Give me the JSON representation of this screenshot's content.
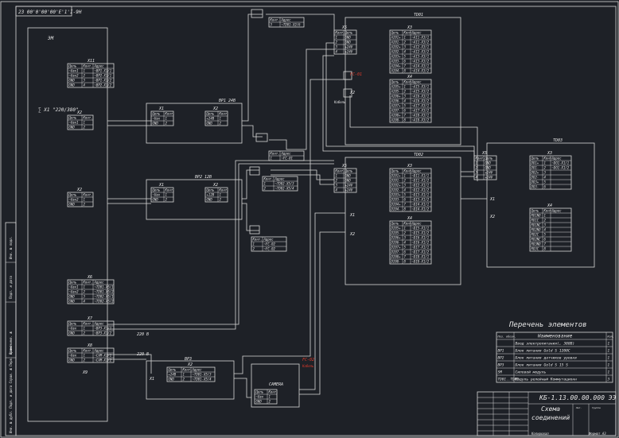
{
  "drawing": {
    "stamp_code": "23 00'0'00'00'E'1'I-9H",
    "main_module": "ЭМ",
    "supply_label": "∑ X1 \"220/380\"",
    "bp1_label": "BP1  24B",
    "bp2_label": "BP2  12B",
    "bp3_label": "BP3",
    "td1_label": "TD01",
    "td2_label": "TD02",
    "td3_label": "TD03",
    "fc1_label": "FC-01",
    "fc1_sub": "Кабель",
    "fc2_label": "FC-02",
    "fc2_sub": "Кабель",
    "cam_label": "CAMERA",
    "volt_220": "220 В",
    "volt_220b": "220 В",
    "headers": {
      "circuit": "Цепь",
      "contact": "Конт.",
      "address": "Адрес"
    },
    "x1_label": "X1",
    "x2_label": "X2",
    "x3_label": "X3",
    "x4_label": "X4",
    "x5_label": "X5",
    "x6_label": "X6",
    "x7_label": "X7",
    "x8_label": "X8",
    "x9_label": "X9"
  },
  "tables": {
    "x11": {
      "label": "X11",
      "rows": [
        [
          "~Uвх1",
          "1",
          "~BP1-X1/1"
        ],
        [
          "~Uвх2",
          "2",
          "~BP2-X1/1"
        ],
        [
          "GND",
          "3",
          "~BP1-X1/2"
        ],
        [
          "GND",
          "4",
          "~BP2-X1/2"
        ]
      ]
    },
    "x12": {
      "label": "X2",
      "rows": [
        [
          "~Uвх1",
          "1",
          "~BP1"
        ],
        [
          "GND",
          "2",
          "~BP1"
        ]
      ]
    },
    "x22": {
      "label": "X2",
      "rows": [
        [
          "~Uвх2",
          "1",
          "~BP2"
        ],
        [
          "GND",
          "2",
          "~BP2"
        ]
      ]
    },
    "x16": {
      "label": "X6",
      "rows": [
        [
          "~Uвх1",
          "1",
          "~TD01-X5/1"
        ],
        [
          "~Uвх2",
          "2",
          "~TD01-X5/2"
        ],
        [
          "GND",
          "3",
          "~TD02-X5/1"
        ],
        [
          "GND",
          "4",
          "~TD02-X5/2"
        ]
      ]
    },
    "x17": {
      "label": "X7",
      "rows": [
        [
          "~Uвх",
          "1",
          "~BP3-X1/1"
        ],
        [
          "GND",
          "2",
          "~BP3-X1/2"
        ]
      ]
    },
    "x18": {
      "label": "X8",
      "rows": [
        [
          "~Uвх",
          "1",
          "~CAM-X1/1"
        ],
        [
          "GND",
          "2",
          "~CAM-X1/2"
        ]
      ]
    },
    "bp1x1": {
      "label": "X1",
      "rows": [
        [
          "~Uвх",
          "1"
        ],
        [
          "GND",
          "2"
        ]
      ]
    },
    "bp1x2": {
      "label": "X2",
      "rows": [
        [
          "+24B",
          "1"
        ],
        [
          "GND",
          "2"
        ]
      ]
    },
    "bp2x1": {
      "label": "X1",
      "rows": [
        [
          "~Uвх",
          "1"
        ],
        [
          "GND",
          "2"
        ]
      ]
    },
    "bp2x2": {
      "label": "X2",
      "rows": [
        [
          "+12B",
          "1"
        ],
        [
          "GND",
          "2"
        ]
      ]
    },
    "bp3x2": {
      "label": "X2",
      "rows": [
        [
          "+24B",
          "1",
          "~TD01-X5/3"
        ],
        [
          "GND",
          "2",
          "~TD01-X5/4"
        ]
      ]
    },
    "topbox": {
      "rows": [
        [
          "3",
          "~TD01-X2/6"
        ]
      ]
    },
    "midbox1": {
      "rows": [
        [
          "1",
          "~FC-01"
        ]
      ]
    },
    "midbox2": {
      "rows": [
        [
          "1",
          "~TD02-X5/3"
        ],
        [
          "2",
          "~TD02-X5/4"
        ]
      ]
    },
    "midbox3": {
      "rows": [
        [
          "1",
          "~FC-02"
        ],
        [
          "2",
          "~FC-02"
        ]
      ]
    },
    "td1x5": {
      "label": "X5",
      "rows": [
        [
          "1",
          "GND"
        ],
        [
          "2",
          "GND"
        ],
        [
          "3",
          "+24V"
        ],
        [
          "4",
          "+24V"
        ]
      ]
    },
    "td1x3": {
      "label": "X3",
      "rows": [
        [
          "AI01+",
          "1",
          "~AI1-X3/1"
        ],
        [
          "AI01-",
          "2",
          "~AI1-X3/2"
        ],
        [
          "AI02+",
          "3",
          "~AI2-X3/1"
        ],
        [
          "AI02-",
          "4",
          "~AI2-X3/2"
        ],
        [
          "AI03+",
          "5",
          "~AI3-X3/1"
        ],
        [
          "AI03-",
          "6",
          "~AI3-X3/2"
        ],
        [
          "AI04+",
          "7",
          "~AI4-X3/1"
        ],
        [
          "AI04-",
          "8",
          "~AI4-X3/2"
        ]
      ]
    },
    "td1x4": {
      "label": "X4",
      "rows": [
        [
          "AI05+",
          "1",
          "~AI5-X3/1"
        ],
        [
          "AI05-",
          "2",
          "~AI5-X3/2"
        ],
        [
          "AI06+",
          "3",
          "~AI6-X3/1"
        ],
        [
          "AI06-",
          "4",
          "~AI6-X3/2"
        ],
        [
          "AI07+",
          "5",
          "~AI7-X3/1"
        ],
        [
          "AI07-",
          "6",
          "~AI7-X3/2"
        ],
        [
          "AI08+",
          "7",
          "~AI8-X3/1"
        ],
        [
          "AI08-",
          "8",
          "~AI8-X3/2"
        ]
      ]
    },
    "td2x5": {
      "label": "X5",
      "rows": [
        [
          "1",
          "GND"
        ],
        [
          "2",
          "GND"
        ],
        [
          "3",
          "+24V"
        ],
        [
          "4",
          "+24V"
        ]
      ]
    },
    "td2x3": {
      "label": "X3",
      "rows": [
        [
          "DI01+",
          "1",
          "~DI1-X1/1"
        ],
        [
          "DI01-",
          "2",
          "~DI1-X1/2"
        ],
        [
          "DI02+",
          "3",
          "~DI2-X1/1"
        ],
        [
          "DI02-",
          "4",
          "~DI2-X1/2"
        ],
        [
          "DI03+",
          "5",
          "~DI3-X1/1"
        ],
        [
          "DI03-",
          "6",
          "~DI3-X1/2"
        ],
        [
          "DI04+",
          "7",
          "~DI4-X1/1"
        ],
        [
          "DI04-",
          "8",
          "~DI4-X1/2"
        ]
      ]
    },
    "td2x4": {
      "label": "X4",
      "rows": [
        [
          "DI05+",
          "1",
          "~DI5-X1/1"
        ],
        [
          "DI05-",
          "2",
          "~DI5-X1/2"
        ],
        [
          "DI06+",
          "3",
          "~DI6-X1/1"
        ],
        [
          "DI06-",
          "4",
          "~DI6-X1/2"
        ],
        [
          "DI07+",
          "5",
          "~DI7-X1/1"
        ],
        [
          "DI07-",
          "6",
          "~DI7-X1/2"
        ],
        [
          "DI08+",
          "7",
          "~DI8-X1/1"
        ],
        [
          "DI08-",
          "8",
          "~DI8-X1/2"
        ]
      ]
    },
    "td3x5": {
      "label": "X5",
      "rows": [
        [
          "1",
          "GND"
        ],
        [
          "2",
          "GND"
        ],
        [
          "3",
          "+24V"
        ],
        [
          "4",
          "+24V"
        ]
      ]
    },
    "td3x3": {
      "label": "X3",
      "rows": [
        [
          "DO1+",
          "1",
          "~DO1-X1/1"
        ],
        [
          "DO1-",
          "2",
          "~DO1-X1/2"
        ],
        [
          "DO2+",
          "3",
          ""
        ],
        [
          "DO2-",
          "4",
          ""
        ],
        [
          "DO3+",
          "5",
          ""
        ],
        [
          "DO3-",
          "6",
          ""
        ]
      ]
    },
    "td3x4": {
      "label": "X4",
      "rows": [
        [
          "RO1NO",
          "1"
        ],
        [
          "RO1C",
          "2"
        ],
        [
          "RO1NC",
          "3"
        ],
        [
          "RO2NO",
          "4"
        ],
        [
          "RO2C",
          "5"
        ],
        [
          "RO2NC",
          "6"
        ],
        [
          "RO3NO",
          "7"
        ],
        [
          "RO3C",
          "8"
        ]
      ]
    },
    "cam": {
      "rows": [
        [
          "~Uвх",
          "1"
        ],
        [
          "GND",
          "2"
        ]
      ]
    }
  },
  "elements_list": {
    "title": "Перечень элементов",
    "col_pos": "Поз. обозн.",
    "col_name": "Наименование",
    "col_qty": "Кол.",
    "rows": [
      {
        "pos": "",
        "name": "Ввод электропитания(, 380В)",
        "qty": "1"
      },
      {
        "pos": "BP1",
        "name": "Блок питания  Gold S 1200C",
        "qty": "1"
      },
      {
        "pos": "BP2",
        "name": "Блок питания датчиков уровня",
        "qty": "1"
      },
      {
        "pos": "BP3",
        "name": "Блок питания  Gold S 15 S",
        "qty": "1"
      },
      {
        "pos": "SM",
        "name": "Силовой модуль",
        "qty": "1"
      },
      {
        "pos": "TD01..TD03",
        "name": "Модуль релейный Коммутационн",
        "qty": "3"
      }
    ]
  },
  "title_block": {
    "code": "КБ-1.13.00.00.000 ЭЭ",
    "title_line1": "Схема",
    "title_line2": "соединений",
    "sheet_label": "Лит.",
    "org_label": "Группа",
    "copy_label": "Копировал",
    "format_label": "Формат А3"
  },
  "side": {
    "strip1": "Инв. № подл.",
    "strip2": "Подп. и дата",
    "strip3": "Взам. инв. №",
    "strip4": "Инв. № дубл.  Подп. и дата  Справ. №  Перв. примен."
  }
}
